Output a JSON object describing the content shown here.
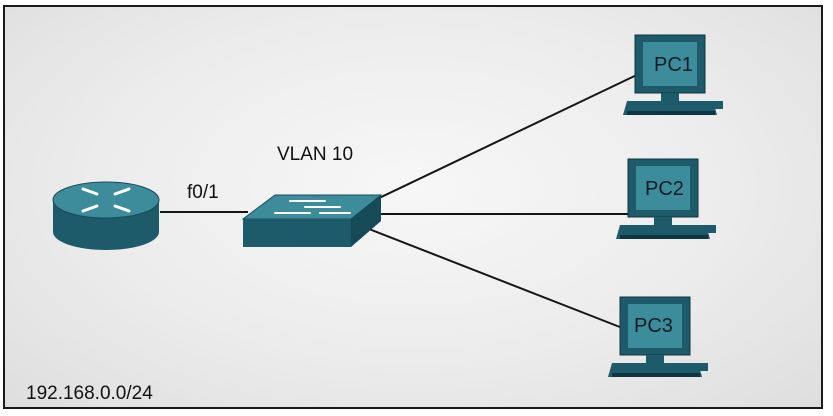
{
  "vlan_label": "VLAN 10",
  "port_label": "f0/1",
  "subnet_label": "192.168.0.0/24",
  "pcs": [
    {
      "label": "PC1"
    },
    {
      "label": "PC2"
    },
    {
      "label": "PC3"
    }
  ],
  "colors": {
    "device_dark": "#1d5a6a",
    "device_light": "#3d8c9c",
    "link": "#151515"
  },
  "icons": [
    "router-icon",
    "switch-icon",
    "pc-icon"
  ]
}
